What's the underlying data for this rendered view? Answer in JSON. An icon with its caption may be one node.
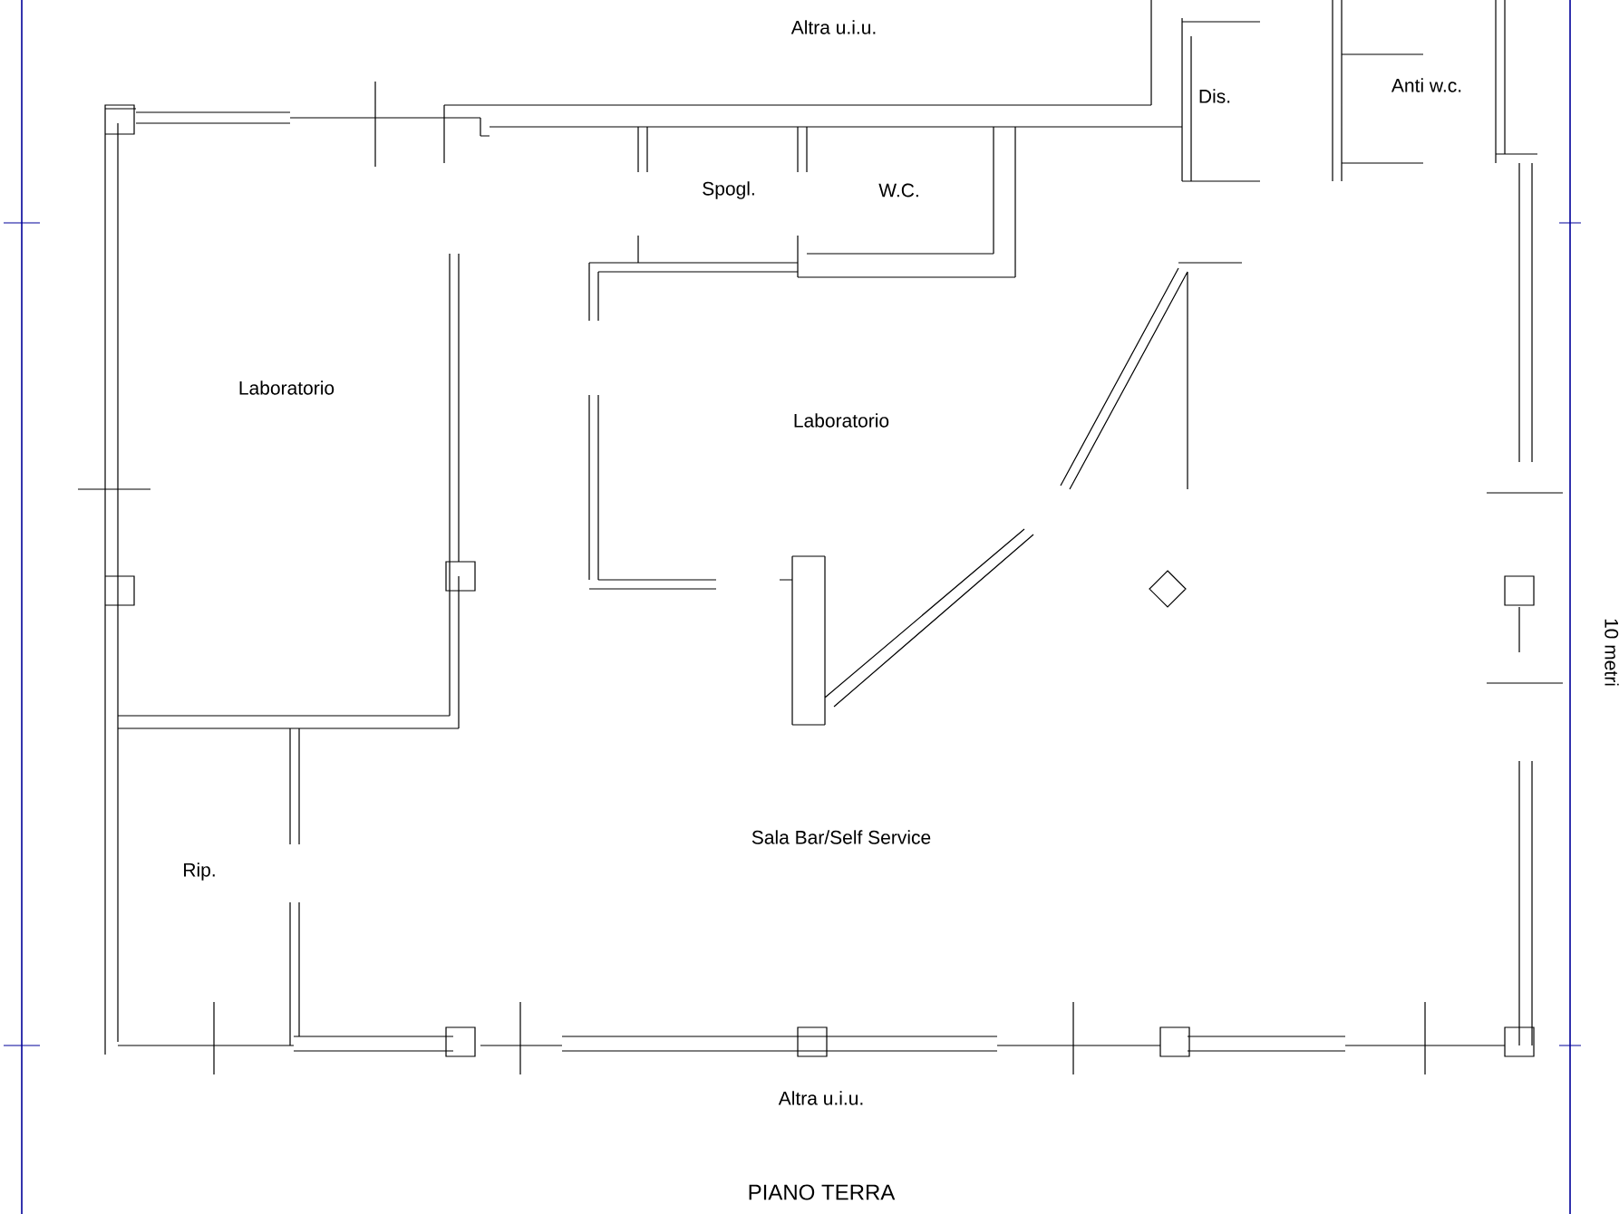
{
  "diagram": {
    "title": "PIANO TERRA",
    "labels": [
      "Altra u.i.u.",
      "Dis.",
      "Anti w.c.",
      "Spogl.",
      "W.C.",
      "Laboratorio",
      "Laboratorio",
      "10 metri",
      "Sala Bar/Self Service",
      "Rip.",
      "Altra u.i.u."
    ]
  }
}
